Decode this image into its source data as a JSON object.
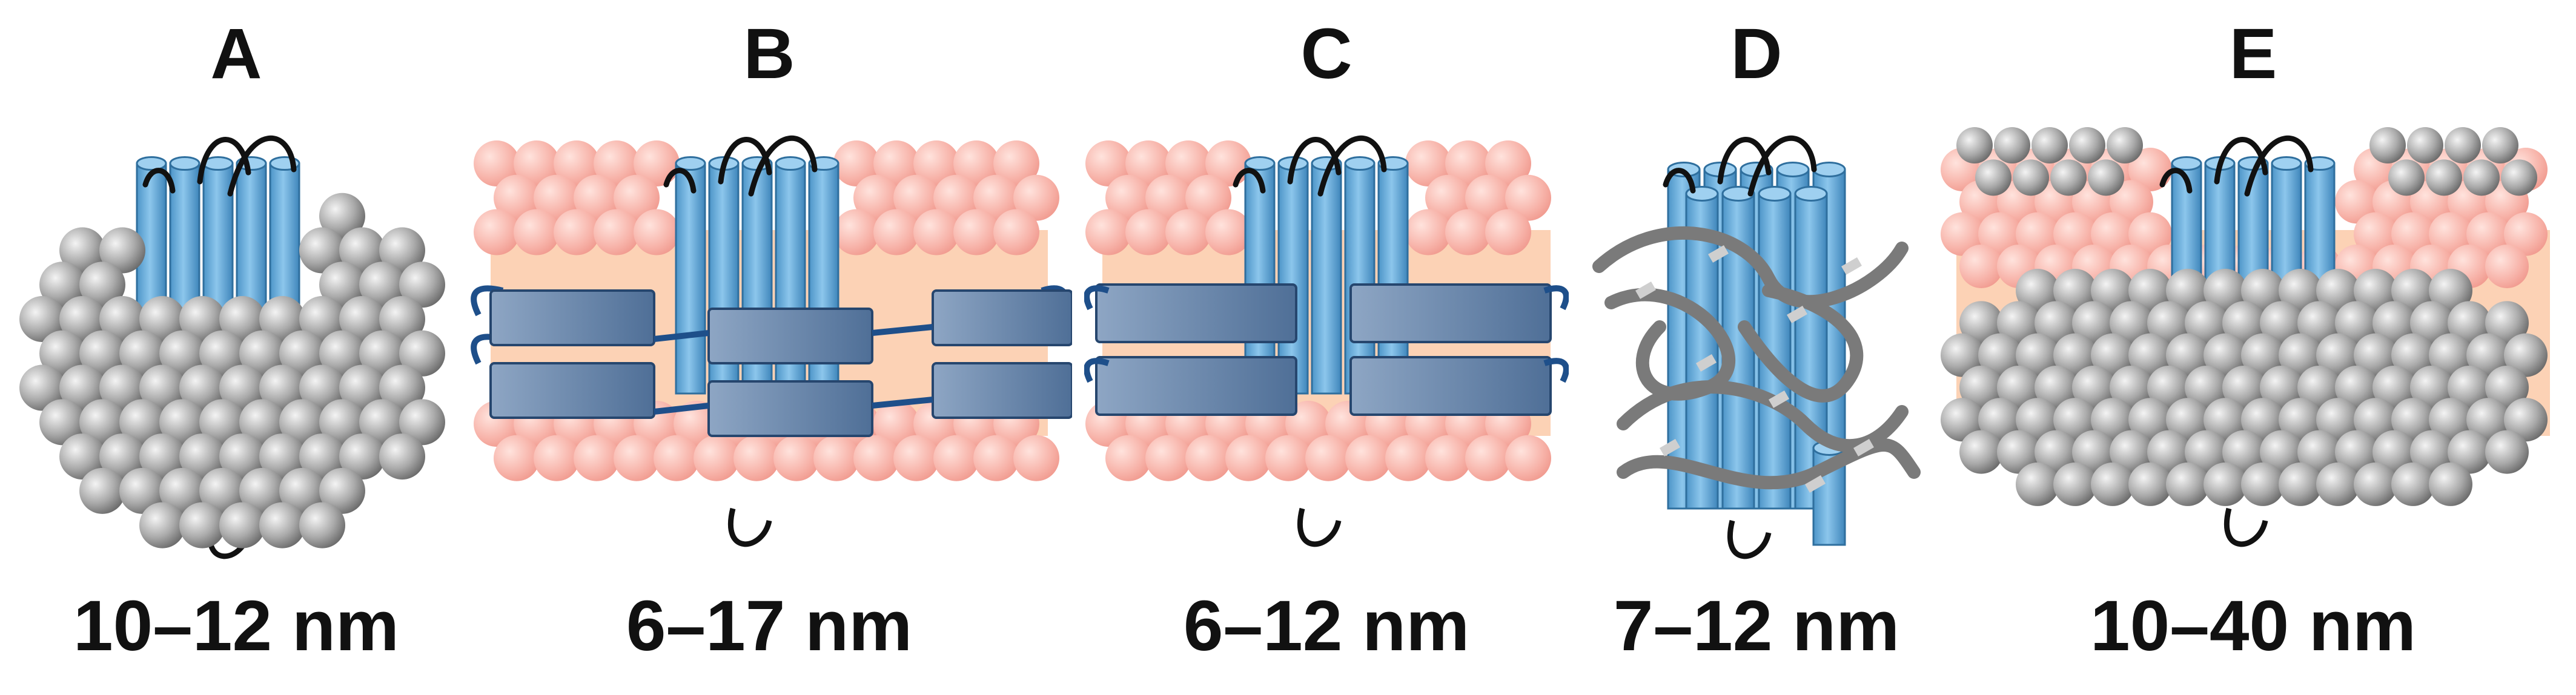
{
  "panels": [
    {
      "id": "A",
      "label": "A",
      "size": "10–12 nm",
      "particle": "polymer-micelle",
      "shell_color": "#a9a9a9"
    },
    {
      "id": "B",
      "label": "B",
      "size": "6–17 nm",
      "particle": "nanodisc-msp",
      "lipid_color": "#f7b2a8",
      "belt_color": "#4f6f97"
    },
    {
      "id": "C",
      "label": "C",
      "size": "6–12 nm",
      "particle": "nanodisc-peptide",
      "lipid_color": "#f7b2a8",
      "belt_color": "#4f6f97"
    },
    {
      "id": "D",
      "label": "D",
      "size": "7–12 nm",
      "particle": "amphipol",
      "polymer_color": "#7a7a7a"
    },
    {
      "id": "E",
      "label": "E",
      "size": "10–40 nm",
      "particle": "polymer-lipid-disc",
      "lipid_color": "#f7b2a8",
      "shell_color": "#a9a9a9"
    }
  ],
  "colors": {
    "helix": "#6fb3e0",
    "helix_stroke": "#2f6f9e",
    "loop": "#111111",
    "lipid": "#f7b2a8",
    "core": "#fcd2b5"
  }
}
